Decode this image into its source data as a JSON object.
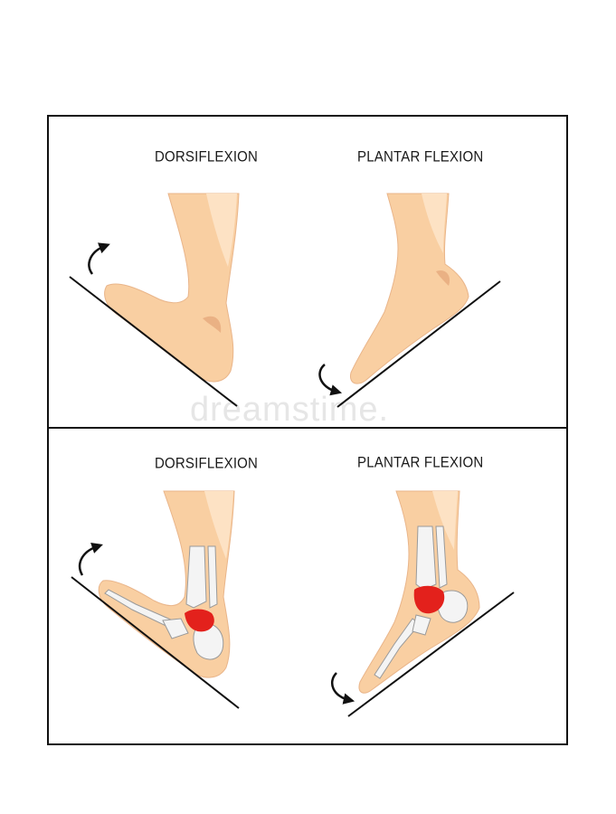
{
  "panels": [
    {
      "title": "DORSIFLEXION",
      "view": "skin"
    },
    {
      "title": "PLANTAR FLEXION",
      "view": "skin"
    },
    {
      "title": "DORSIFLEXION",
      "view": "skeleton"
    },
    {
      "title": "PLANTAR FLEXION",
      "view": "skeleton"
    }
  ],
  "watermark": "dreamstime.",
  "colors": {
    "skin": "#f9cfa2",
    "skin_shadow": "#eab184",
    "skin_highlight": "#fde2c4",
    "bone": "#f4f4f4",
    "bone_outline": "#9a9a9a",
    "talus": "#e3211c",
    "line": "#111111"
  },
  "icons": [
    "curved-arrow-up-icon",
    "curved-arrow-down-icon"
  ]
}
